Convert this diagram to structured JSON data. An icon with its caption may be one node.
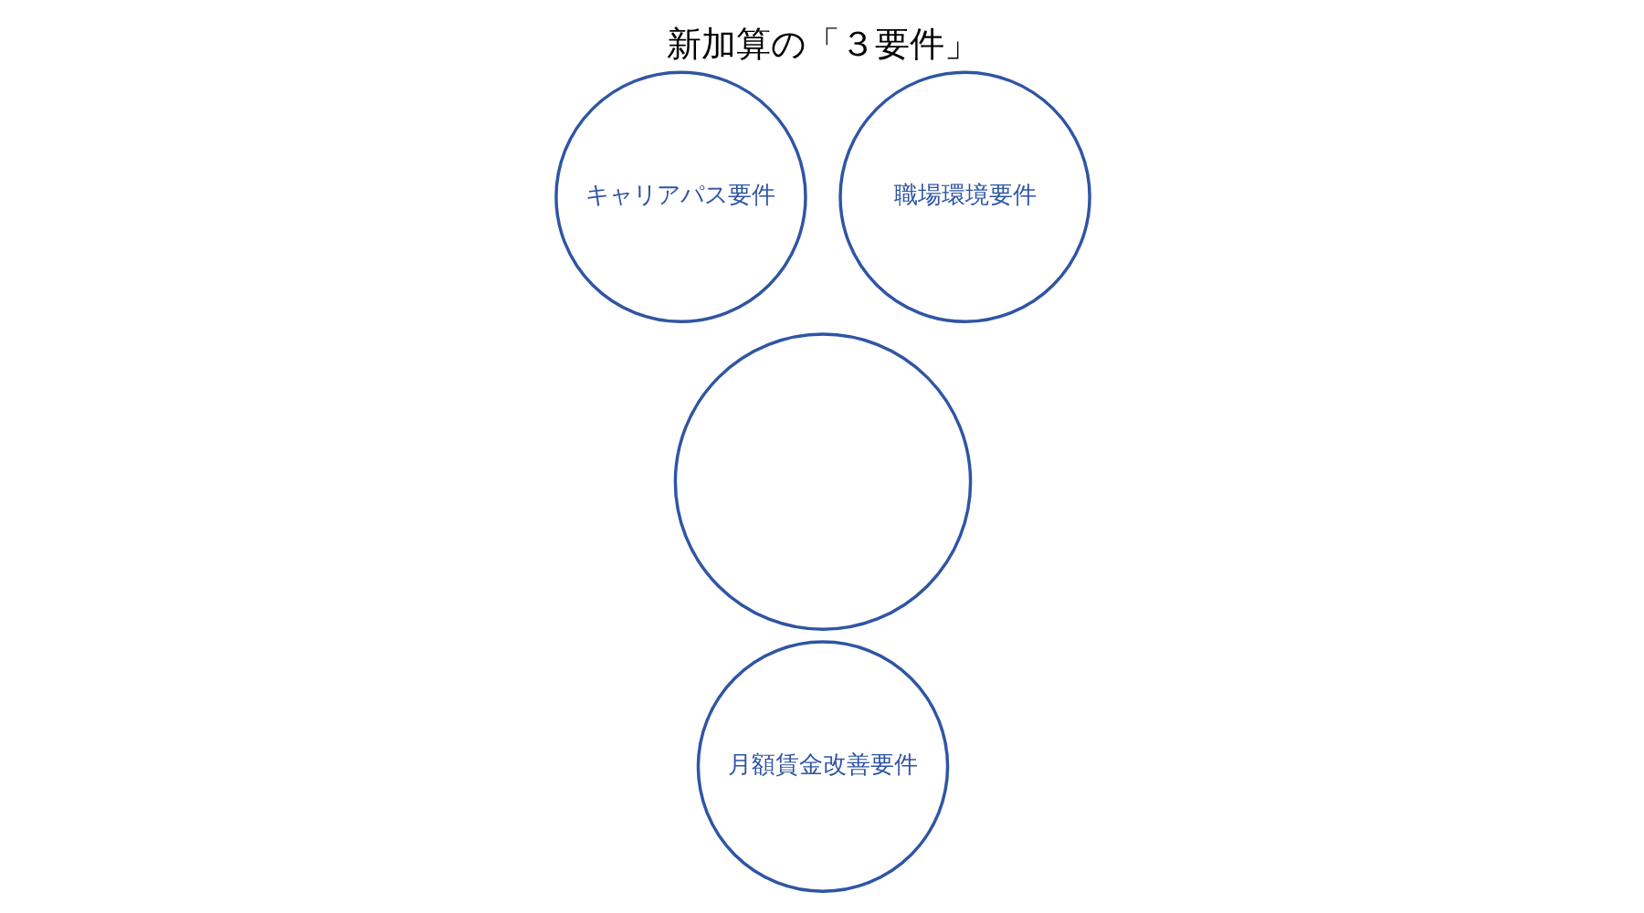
{
  "diagram": {
    "title": "新加算の「３要件」",
    "nodes": [
      {
        "text": [],
        "shape": "circle"
      },
      {
        "text": [
          "キャリアパス要件"
        ]
      },
      {
        "text": [
          "職場環境要件"
        ]
      },
      {
        "text": [
          "月額賃金改善要件"
        ]
      }
    ]
  }
}
